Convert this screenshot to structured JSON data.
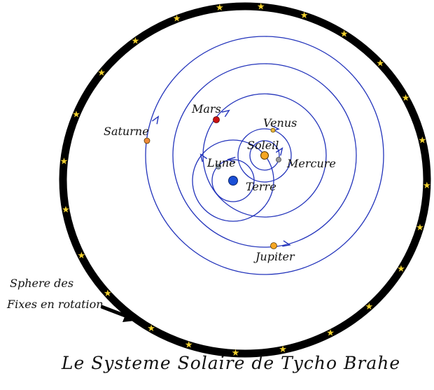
{
  "title": "Le Systeme Solaire de Tycho Brahe",
  "sphere_caption": {
    "line1": "Sphere des",
    "line2": "Fixes en rotation"
  },
  "bodies": {
    "soleil": {
      "label": "Soleil"
    },
    "mercure": {
      "label": "Mercure"
    },
    "venus": {
      "label": "Venus"
    },
    "mars": {
      "label": "Mars"
    },
    "jupiter": {
      "label": "Jupiter"
    },
    "saturne": {
      "label": "Saturne"
    },
    "terre": {
      "label": "Terre"
    },
    "lune": {
      "label": "Lune"
    }
  },
  "colors": {
    "orbit": "#2233bb",
    "sphere": "#000000",
    "sun": "#f5a623",
    "mercury": "#999999",
    "venus": "#e8b43d",
    "mars": "#cc1111",
    "jupiter": "#f5a623",
    "saturn": "#ee8a3a",
    "earth": "#1a4fd6",
    "moon": "#8d9aa8",
    "star": "#f2d12e"
  },
  "stars": {
    "glyph": "★",
    "angles": [
      262,
      275,
      289,
      303,
      318,
      332,
      347,
      2,
      16,
      31,
      47,
      62,
      78,
      93,
      108,
      121,
      139,
      154,
      170,
      186,
      202,
      218,
      233,
      248
    ]
  }
}
